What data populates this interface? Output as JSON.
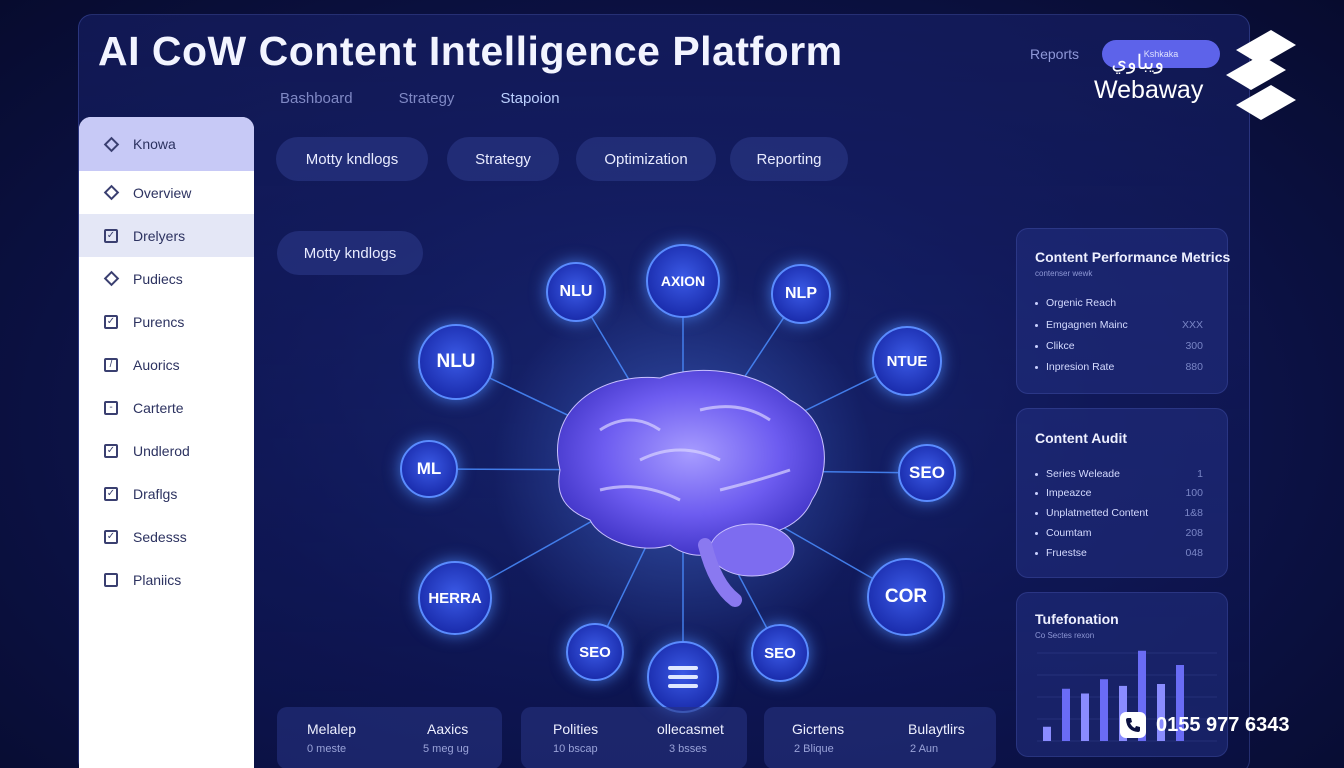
{
  "app_title": "AI CoW Content Intelligence Platform",
  "top_tabs": [
    "Bashboard",
    "Strategy",
    "Stapoion"
  ],
  "header": {
    "reports": "Reports",
    "pill": "Kshkaka"
  },
  "logo": {
    "arabic": "ويباوي",
    "english": "Webaway"
  },
  "sidebar": {
    "header": {
      "label": "Knowa",
      "icon": "diamond-icon"
    },
    "items": [
      {
        "label": "Overview",
        "icon": "diamond-icon"
      },
      {
        "label": "Drelyers",
        "icon": "check-square-icon"
      },
      {
        "label": "Pudiecs",
        "icon": "diamond-icon"
      },
      {
        "label": "Purencs",
        "icon": "check-square-icon"
      },
      {
        "label": "Auorics",
        "icon": "edit-square-icon"
      },
      {
        "label": "Carterte",
        "icon": "minus-square-icon"
      },
      {
        "label": "Undlerod",
        "icon": "check-square-icon"
      },
      {
        "label": "Draflgs",
        "icon": "check-square-icon"
      },
      {
        "label": "Sedesss",
        "icon": "check-square-icon"
      },
      {
        "label": "Planiics",
        "icon": "square-icon"
      }
    ]
  },
  "chips": [
    "Motty kndlogs",
    "Strategy",
    "Optimization",
    "Reporting"
  ],
  "secondary_chip": "Motty kndlogs",
  "nodes": [
    "NLU",
    "AXION",
    "NLP",
    "NLU",
    "NTUE",
    "ML",
    "SEO",
    "HERRA",
    "COR",
    "SEO",
    "SEO"
  ],
  "metrics_panel": {
    "title": "Content Performance Metrics",
    "subtitle": "contenser wewk",
    "rows": [
      {
        "label": "Orgenic Reach",
        "value": ""
      },
      {
        "label": "Emgagnen Mainc",
        "value": "XXX"
      },
      {
        "label": "Clikce",
        "value": "300"
      },
      {
        "label": "Inpresion Rate",
        "value": "880"
      }
    ]
  },
  "audit_panel": {
    "title": "Content Audit",
    "rows": [
      {
        "label": "Series Weleade",
        "value": "1"
      },
      {
        "label": "Impeazce",
        "value": "100"
      },
      {
        "label": "Unplatmetted Content",
        "value": "1&8"
      },
      {
        "label": "Coumtam",
        "value": "208"
      },
      {
        "label": "Fruestse",
        "value": "048"
      }
    ]
  },
  "trend_panel": {
    "title": "Tufefonation",
    "subtitle": "Co Sectes rexon"
  },
  "trend_chart": {
    "values": [
      0.15,
      0.55,
      0.5,
      0.65,
      0.58,
      0.95,
      0.6,
      0.8
    ]
  },
  "bottom_cards": [
    {
      "left_label": "Melalep",
      "left_sub": "0 meste",
      "right_label": "Aaxics",
      "right_sub": "5 meg ug"
    },
    {
      "left_label": "Polities",
      "left_sub": "10 bscap",
      "right_label": "ollecasmet",
      "right_sub": "3 bsses"
    },
    {
      "left_label": "Gicrtens",
      "left_sub": "2 Blique",
      "right_label": "Bulaytlirs",
      "right_sub": "2 Aun"
    }
  ],
  "phone": "0155 977 6343",
  "colors": {
    "accent": "#5d63ea",
    "node_glow": "#5a8cff",
    "background": "#0e1550"
  }
}
